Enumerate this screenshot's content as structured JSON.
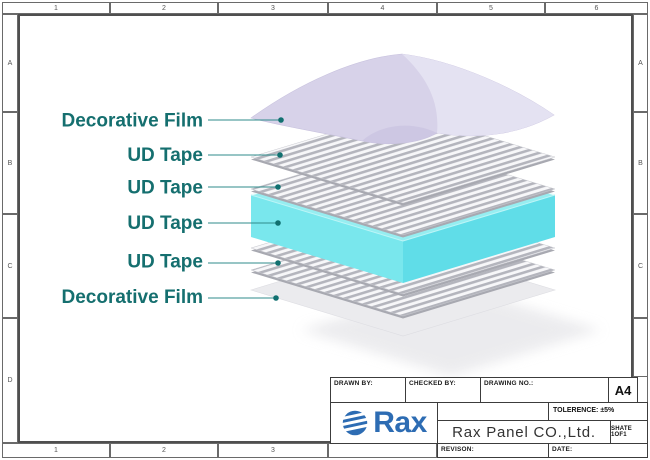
{
  "sheet": {
    "paper_size": "A4"
  },
  "ruler": {
    "top": [
      "1",
      "2",
      "3",
      "4",
      "5",
      "6"
    ],
    "bottom": [
      "1",
      "2",
      "3"
    ],
    "left": [
      "A",
      "B",
      "C",
      "D"
    ],
    "right": [
      "A",
      "B",
      "C"
    ]
  },
  "diagram": {
    "labels": [
      {
        "text": "Decorative Film"
      },
      {
        "text": "UD Tape"
      },
      {
        "text": "UD Tape"
      },
      {
        "text": "UD Tape"
      },
      {
        "text": "UD Tape"
      },
      {
        "text": "Decorative Film"
      }
    ]
  },
  "title_block": {
    "drawn_by": "DRAWN BY:",
    "checked_by": "CHECKED BY:",
    "drawing_no": "DRAWING NO.:",
    "paper": "A4",
    "tolerance": "TOLERENCE:  ±5%",
    "company": "Rax Panel CO.,Ltd.",
    "sheet": "SHATE 1OF1",
    "revision": "REVISON:",
    "date": "DATE:",
    "logo_text": "Rax"
  },
  "colors": {
    "label_teal": "#156f6f",
    "leader_teal": "#2f8b8b",
    "dot_teal": "#117070",
    "logo_blue": "#2d6cb3",
    "core_top": "#96eef1",
    "core_front": "#79e7ed",
    "core_right": "#60dde8",
    "film_lavender": "#d7d2e9",
    "tape_stripe": "#b4b5bd"
  }
}
